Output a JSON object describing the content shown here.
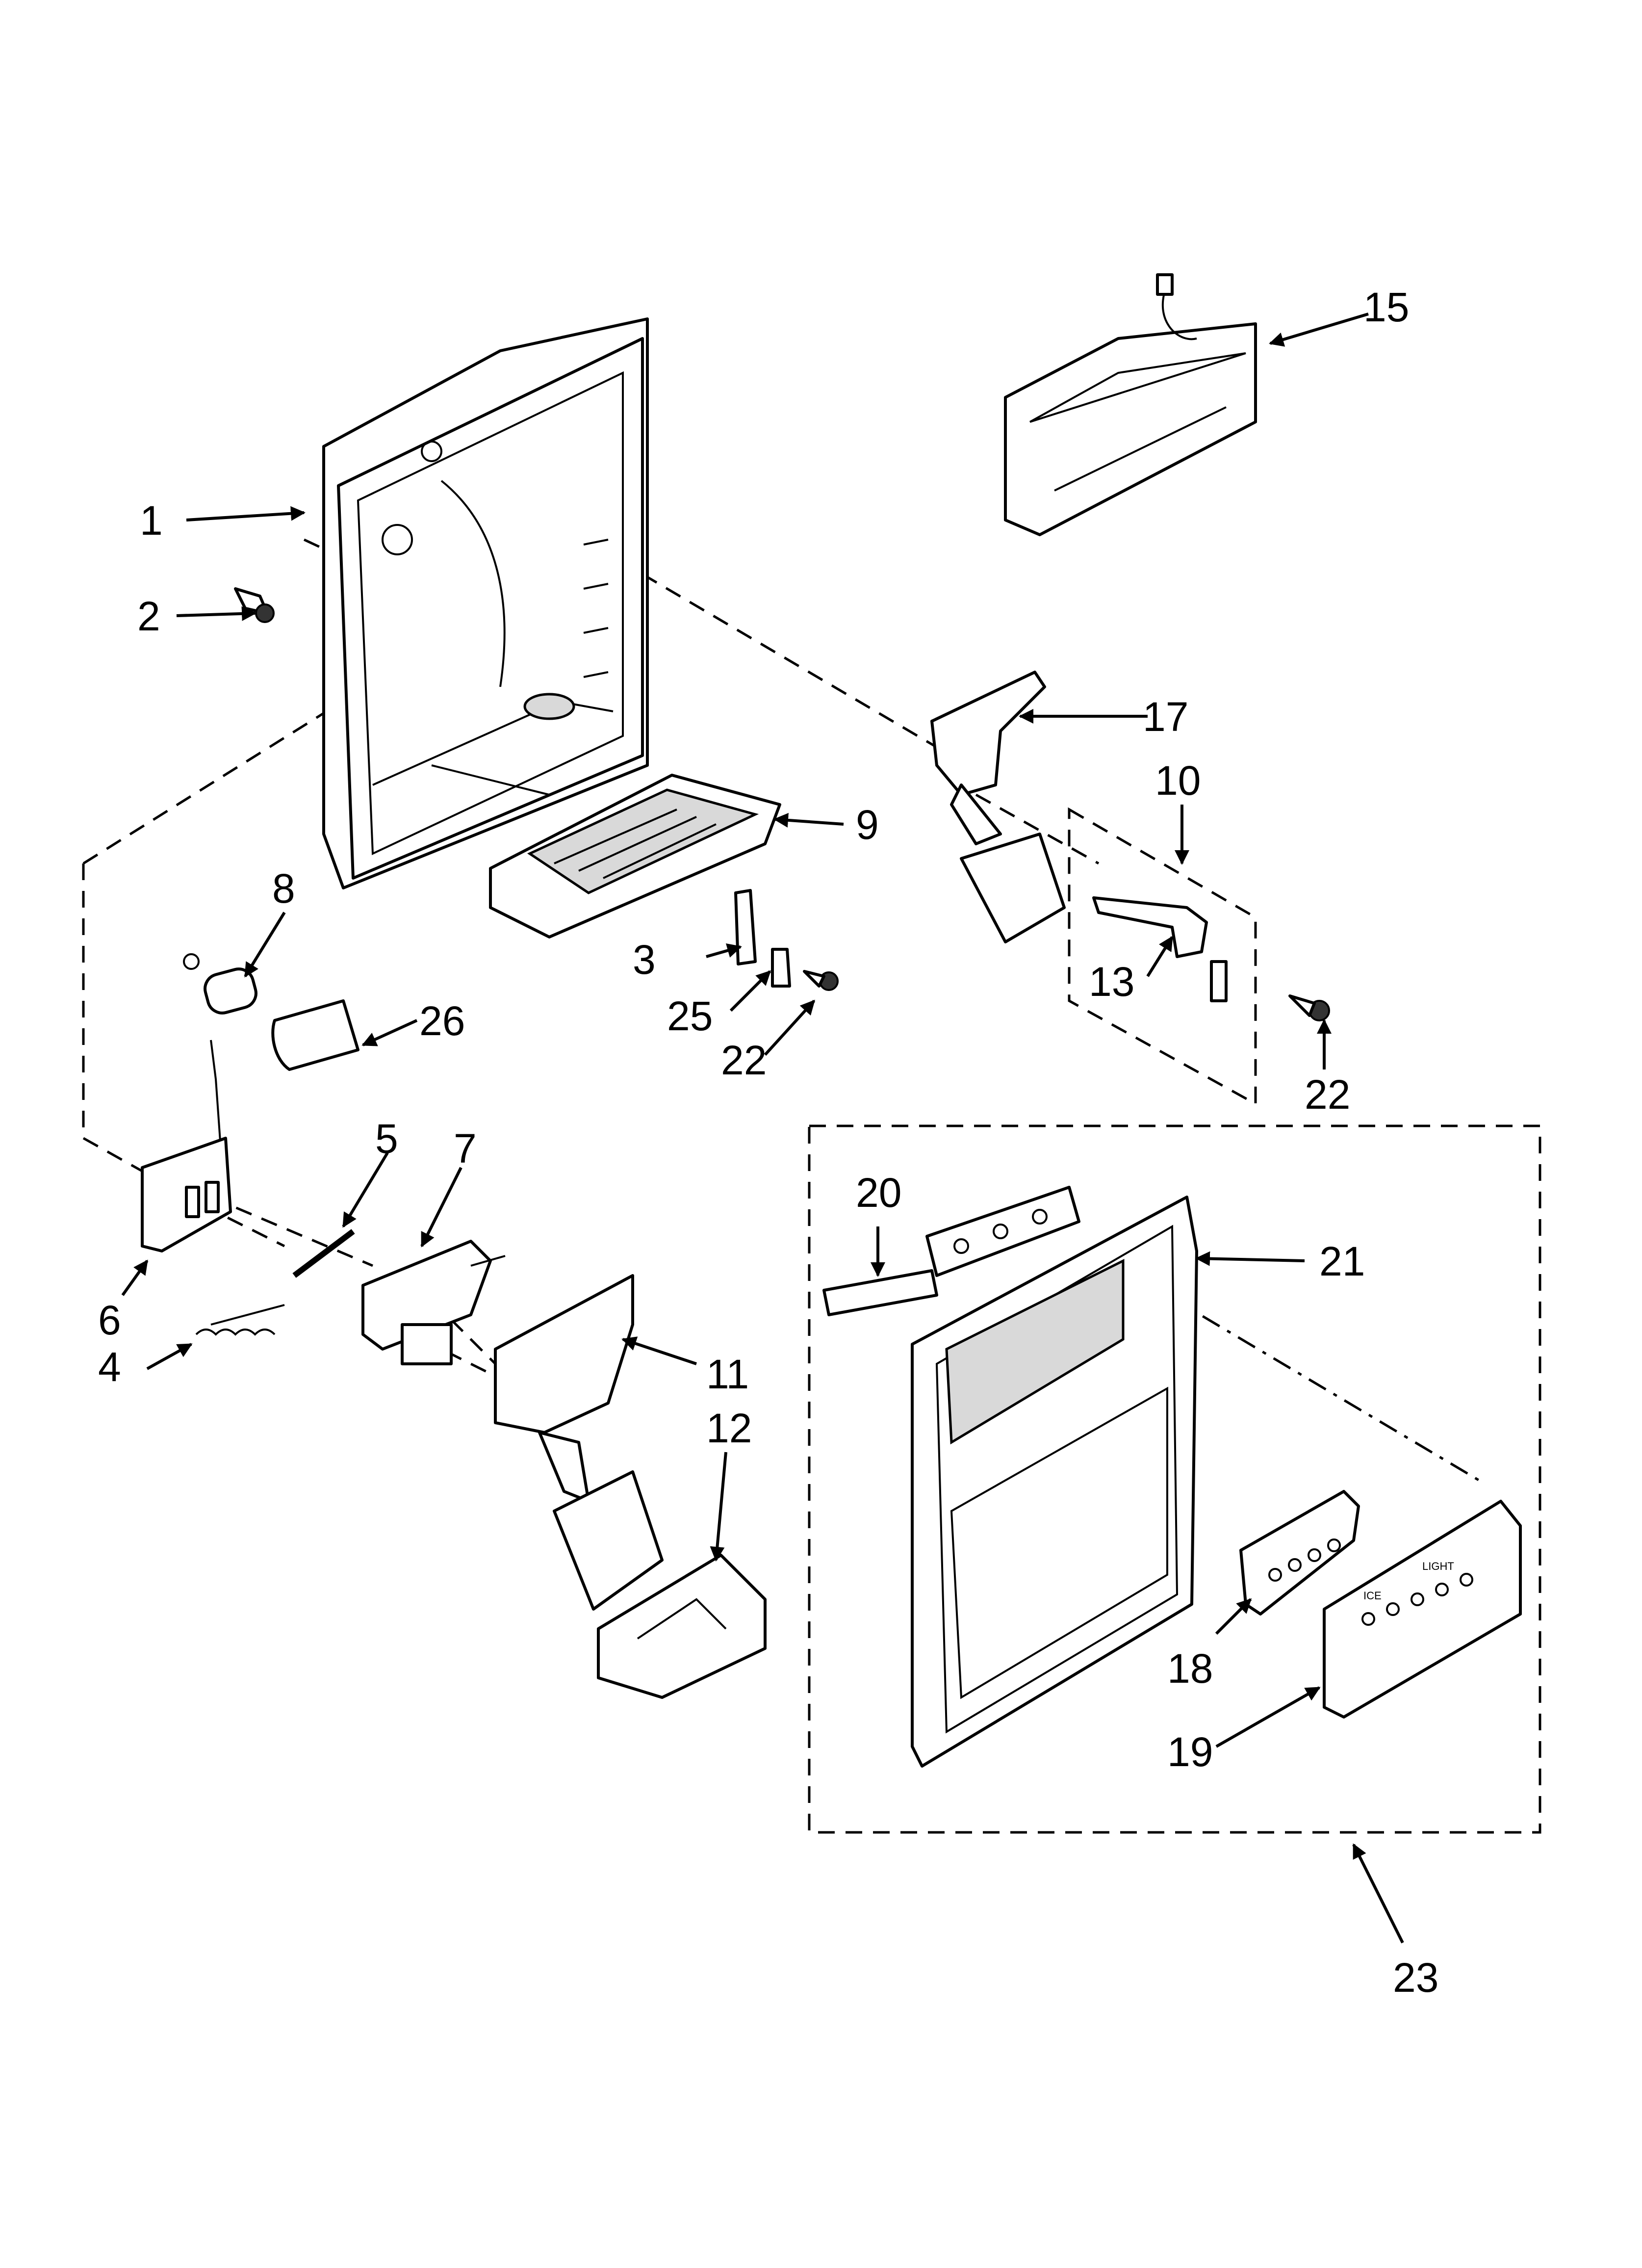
{
  "callouts": [
    {
      "id": "c1",
      "text": "1"
    },
    {
      "id": "c2",
      "text": "2"
    },
    {
      "id": "c3",
      "text": "3"
    },
    {
      "id": "c4",
      "text": "4"
    },
    {
      "id": "c5",
      "text": "5"
    },
    {
      "id": "c6",
      "text": "6"
    },
    {
      "id": "c7",
      "text": "7"
    },
    {
      "id": "c8",
      "text": "8"
    },
    {
      "id": "c9",
      "text": "9"
    },
    {
      "id": "c10",
      "text": "10"
    },
    {
      "id": "c11",
      "text": "11"
    },
    {
      "id": "c12",
      "text": "12"
    },
    {
      "id": "c13",
      "text": "13"
    },
    {
      "id": "c15",
      "text": "15"
    },
    {
      "id": "c17",
      "text": "17"
    },
    {
      "id": "c18",
      "text": "18"
    },
    {
      "id": "c19",
      "text": "19"
    },
    {
      "id": "c20",
      "text": "20"
    },
    {
      "id": "c21",
      "text": "21"
    },
    {
      "id": "c22a",
      "text": "22"
    },
    {
      "id": "c22b",
      "text": "22"
    },
    {
      "id": "c23",
      "text": "23"
    },
    {
      "id": "c25",
      "text": "25"
    },
    {
      "id": "c26",
      "text": "26"
    }
  ],
  "control_panel": {
    "top_labels": [
      "ICE",
      "LIGHT"
    ]
  }
}
